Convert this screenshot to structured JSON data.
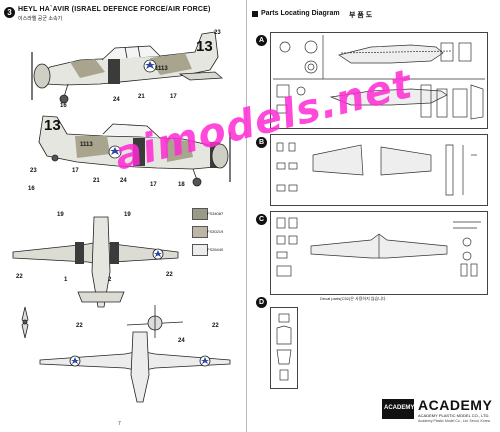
{
  "left": {
    "step_number": "3",
    "title": "HEYL HA`AVIR (ISRAEL DEFENCE FORCE/AIR FORCE)",
    "subtitle": "이스라엘 공군 소속기",
    "side_serial": "1113",
    "tail_number": "13",
    "callouts": [
      "23",
      "17",
      "24",
      "21",
      "16",
      "17",
      "23",
      "24",
      "21",
      "17",
      "16",
      "18",
      "19",
      "19",
      "1",
      "2",
      "22",
      "22",
      "22",
      "24",
      "22"
    ],
    "swatches": [
      {
        "label": "FS34087",
        "color": "#9a9a86"
      },
      {
        "label": "FS30219",
        "color": "#bdb6a4"
      },
      {
        "label": "FS26440",
        "color": "#ececec"
      }
    ],
    "page_number": "7"
  },
  "right": {
    "title": "Parts Locating Diagram",
    "title_kr": "부 품 도",
    "sections": [
      "A",
      "B",
      "C",
      "D"
    ],
    "note_c": "Decal parts(C52)은 사용하지 않습니다.",
    "brand": "ACADEMY",
    "brand_small": "ACADEMY",
    "company": "ACADEMY PLASTIC MODEL CO., LTD.",
    "address": "Academy Plastic Model Co., Ltd. Seoul, Korea"
  },
  "watermark": "aimodels.net"
}
